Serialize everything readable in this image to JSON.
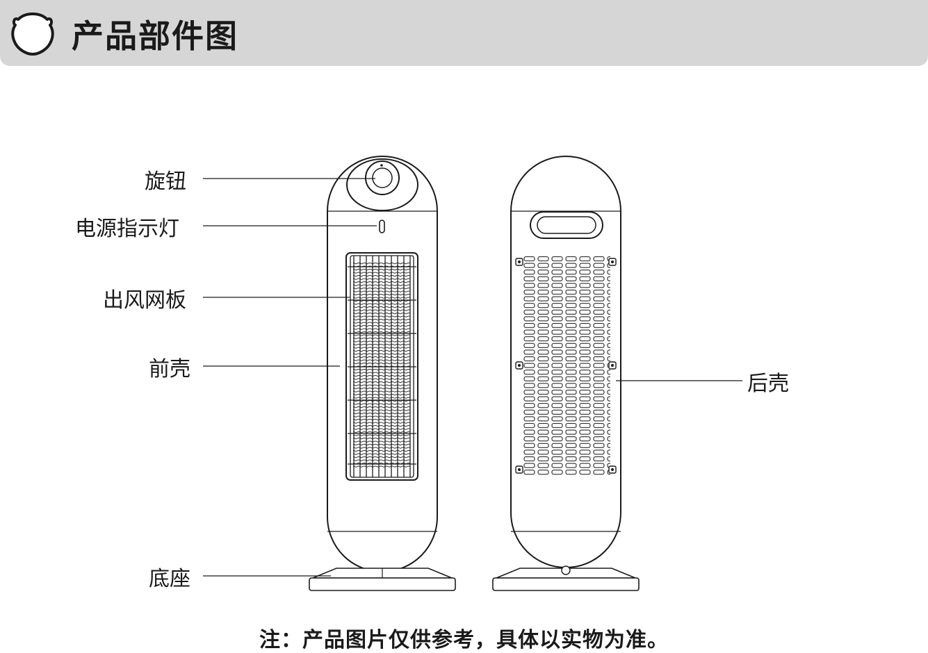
{
  "header": {
    "title": "产品部件图",
    "icon": "bear-icon"
  },
  "labels": {
    "knob": "旋钮",
    "power_indicator": "电源指示灯",
    "outlet_grille": "出风网板",
    "front_shell": "前壳",
    "base": "底座",
    "rear_shell": "后壳"
  },
  "footnote": "注：产品图片仅供参考，具体以实物为准。",
  "colors": {
    "header_bg": "#d6d6d6",
    "line": "#1a1a1a"
  }
}
